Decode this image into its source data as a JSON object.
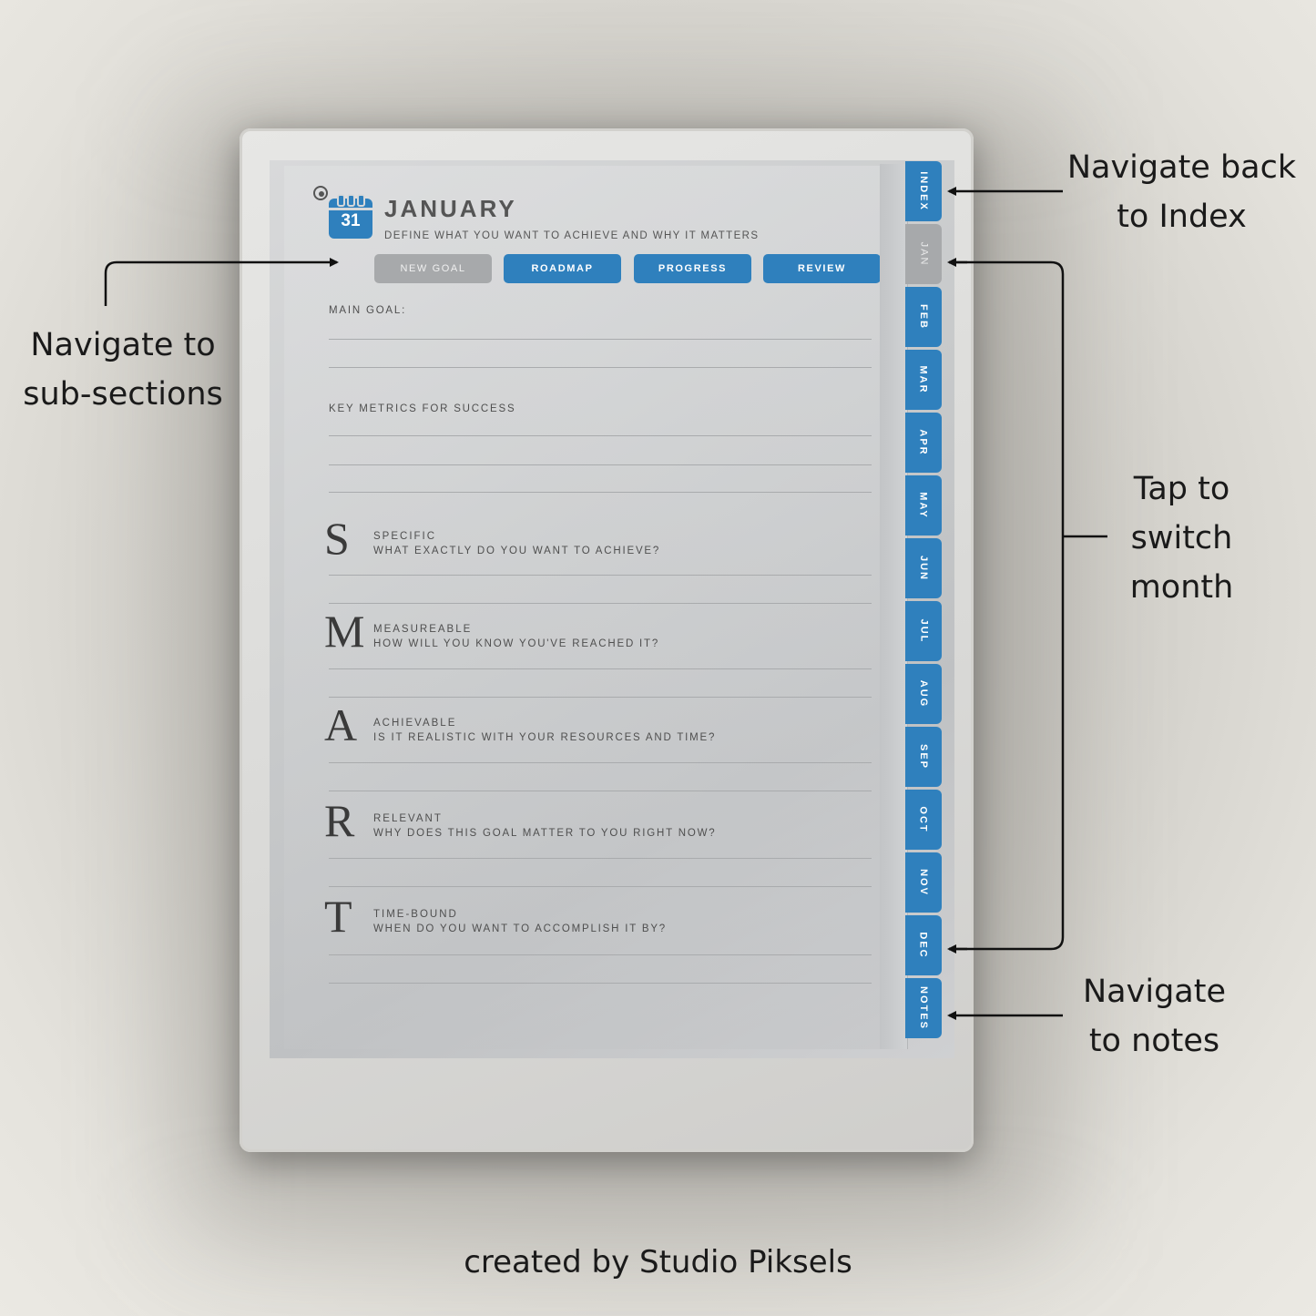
{
  "header": {
    "month": "JANUARY",
    "subtitle": "DEFINE WHAT YOU WANT TO ACHIEVE AND WHY IT MATTERS",
    "calendar_day": "31"
  },
  "subnav": [
    {
      "label": "NEW GOAL",
      "active": true
    },
    {
      "label": "ROADMAP",
      "active": false
    },
    {
      "label": "PROGRESS",
      "active": false
    },
    {
      "label": "REVIEW",
      "active": false
    }
  ],
  "sections": {
    "main_goal": "MAIN GOAL:",
    "key_metrics": "KEY METRICS FOR SUCCESS"
  },
  "smart": [
    {
      "letter": "S",
      "title": "SPECIFIC",
      "question": "WHAT EXACTLY DO YOU WANT TO ACHIEVE?"
    },
    {
      "letter": "M",
      "title": "MEASUREABLE",
      "question": "HOW WILL YOU KNOW YOU'VE REACHED IT?"
    },
    {
      "letter": "A",
      "title": "ACHIEVABLE",
      "question": "IS IT REALISTIC WITH YOUR RESOURCES AND TIME?"
    },
    {
      "letter": "R",
      "title": "RELEVANT",
      "question": "WHY DOES THIS GOAL MATTER TO YOU RIGHT NOW?"
    },
    {
      "letter": "T",
      "title": "TIME-BOUND",
      "question": "WHEN DO YOU WANT TO ACCOMPLISH IT BY?"
    }
  ],
  "tabs": [
    "INDEX",
    "JAN",
    "FEB",
    "MAR",
    "APR",
    "MAY",
    "JUN",
    "JUL",
    "AUG",
    "SEP",
    "OCT",
    "NOV",
    "DEC",
    "NOTES"
  ],
  "active_tab": "JAN",
  "annotations": {
    "index_line1": "Navigate back",
    "index_line2": "to Index",
    "sub_line1": "Navigate to",
    "sub_line2": "sub-sections",
    "month_line1": "Tap to",
    "month_line2": "switch",
    "month_line3": "month",
    "notes_line1": "Navigate",
    "notes_line2": "to notes"
  },
  "credit": "created by Studio Piksels",
  "colors": {
    "accent": "#2f80bd",
    "inactive": "#a7a9ab"
  }
}
